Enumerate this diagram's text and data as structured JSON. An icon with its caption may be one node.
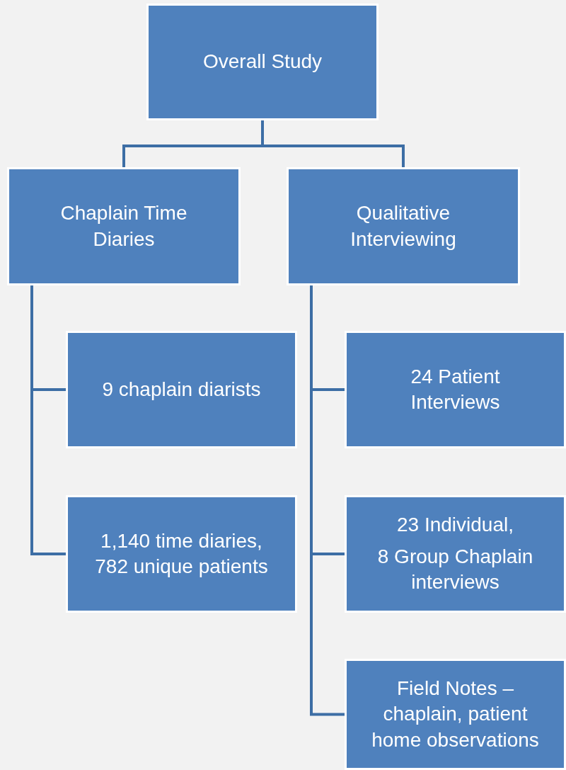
{
  "diagram": {
    "nodes": [
      {
        "text": [
          "Overall Study"
        ]
      },
      {
        "text": [
          "Chaplain Time Diaries"
        ]
      },
      {
        "text": [
          "Qualitative Interviewing"
        ]
      },
      {
        "text": [
          "9 chaplain diarists"
        ]
      },
      {
        "text": [
          "1,140 time diaries, 782 unique patients"
        ]
      },
      {
        "text": [
          "24 Patient Interviews"
        ]
      },
      {
        "text": [
          "23 Individual,",
          "8 Group Chaplain interviews"
        ]
      },
      {
        "text": [
          "Field Notes – chaplain, patient home observations"
        ]
      }
    ],
    "edges": [
      {
        "from": 0,
        "to": 1,
        "arrow": "none"
      },
      {
        "from": 0,
        "to": 2,
        "arrow": "none"
      },
      {
        "from": 1,
        "to": 3,
        "arrow": "none"
      },
      {
        "from": 1,
        "to": 4,
        "arrow": "none"
      },
      {
        "from": 2,
        "to": 5,
        "arrow": "none"
      },
      {
        "from": 2,
        "to": 6,
        "arrow": "none"
      },
      {
        "from": 2,
        "to": 7,
        "arrow": "none"
      }
    ]
  }
}
